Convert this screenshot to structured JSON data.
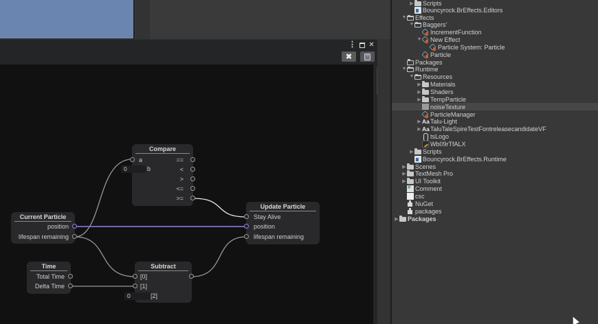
{
  "graph_window": {
    "menu_icon": "kebab-menu",
    "maximize_icon": "maximize",
    "close_icon": "x",
    "toolbar": {
      "clear_label": "✖",
      "save_icon": "floppy-disk"
    }
  },
  "nodes": {
    "compare": {
      "title": "Compare",
      "inputs": [
        "a",
        "b"
      ],
      "b_value": "0",
      "outputs": [
        "==",
        "<",
        ">",
        "<=",
        ">="
      ]
    },
    "current_particle": {
      "title": "Current Particle",
      "outputs": [
        "position",
        "lifespan remaining"
      ]
    },
    "time": {
      "title": "Time",
      "outputs": [
        "Total Time",
        "Delta Time"
      ]
    },
    "subtract": {
      "title": "Subtract",
      "inputs": [
        "[0]",
        "[1]",
        "[2]"
      ],
      "input2_value": "0"
    },
    "update_particle": {
      "title": "Update Particle",
      "inputs": [
        "Stay Alive",
        "position",
        "lifespan remaining"
      ]
    }
  },
  "colors": {
    "vector_wire": "#7b73d9",
    "float_wire": "#9a9a9a",
    "bool_wire": "#e8e8e8",
    "canvas_bg": "#111112"
  },
  "project_tree": {
    "items": [
      {
        "label": "Scripts",
        "depth": 2,
        "icon": "folder",
        "arrow": "right"
      },
      {
        "label": "Bouncyrock.BrEffects.Editors",
        "depth": 2,
        "icon": "assembly",
        "arrow": ""
      },
      {
        "label": "Effects",
        "depth": 1,
        "icon": "folder-open",
        "arrow": "down"
      },
      {
        "label": "Baggers'",
        "depth": 2,
        "icon": "folder-open",
        "arrow": "down"
      },
      {
        "label": "IncrementFunction",
        "depth": 3,
        "icon": "prefab",
        "arrow": ""
      },
      {
        "label": "New Effect",
        "depth": 3,
        "icon": "prefab",
        "arrow": "down"
      },
      {
        "label": "Particle System: Particle",
        "depth": 4,
        "icon": "prefab",
        "arrow": ""
      },
      {
        "label": "Particle",
        "depth": 3,
        "icon": "prefab",
        "arrow": ""
      },
      {
        "label": "Packages",
        "depth": 1,
        "icon": "folder-outline",
        "arrow": ""
      },
      {
        "label": "Runtime",
        "depth": 1,
        "icon": "folder-open",
        "arrow": "down"
      },
      {
        "label": "Resources",
        "depth": 2,
        "icon": "folder-open",
        "arrow": "down"
      },
      {
        "label": "Materials",
        "depth": 3,
        "icon": "folder",
        "arrow": "right"
      },
      {
        "label": "Shaders",
        "depth": 3,
        "icon": "folder",
        "arrow": "right"
      },
      {
        "label": "TempParticle",
        "depth": 3,
        "icon": "folder",
        "arrow": "right"
      },
      {
        "label": "noiseTexture",
        "depth": 3,
        "icon": "texture",
        "arrow": "",
        "selected": true
      },
      {
        "label": "ParticleManager",
        "depth": 3,
        "icon": "prefab",
        "arrow": ""
      },
      {
        "label": "Talu-Light",
        "depth": 3,
        "icon": "font",
        "arrow": "right"
      },
      {
        "label": "TaluTaleSpireTestFontreleasecandidateVF",
        "depth": 3,
        "icon": "font",
        "arrow": "right"
      },
      {
        "label": "tsLogo",
        "depth": 3,
        "icon": "logo",
        "arrow": ""
      },
      {
        "label": "Wb09rTfALX",
        "depth": 3,
        "icon": "svg",
        "arrow": ""
      },
      {
        "label": "Scripts",
        "depth": 2,
        "icon": "folder",
        "arrow": "right"
      },
      {
        "label": "Bouncyrock.BrEffects.Runtime",
        "depth": 2,
        "icon": "assembly",
        "arrow": ""
      },
      {
        "label": "Scenes",
        "depth": 1,
        "icon": "folder",
        "arrow": "right"
      },
      {
        "label": "TextMesh Pro",
        "depth": 1,
        "icon": "folder",
        "arrow": "right"
      },
      {
        "label": "UI Toolkit",
        "depth": 1,
        "icon": "folder",
        "arrow": "right"
      },
      {
        "label": "Comment",
        "depth": 1,
        "icon": "script",
        "arrow": ""
      },
      {
        "label": "csc",
        "depth": 1,
        "icon": "file",
        "arrow": ""
      },
      {
        "label": "NuGet",
        "depth": 1,
        "icon": "package",
        "arrow": ""
      },
      {
        "label": "packages",
        "depth": 1,
        "icon": "package",
        "arrow": ""
      },
      {
        "label": "Packages",
        "depth": 0,
        "icon": "folder",
        "arrow": "right",
        "bold": true
      }
    ]
  }
}
